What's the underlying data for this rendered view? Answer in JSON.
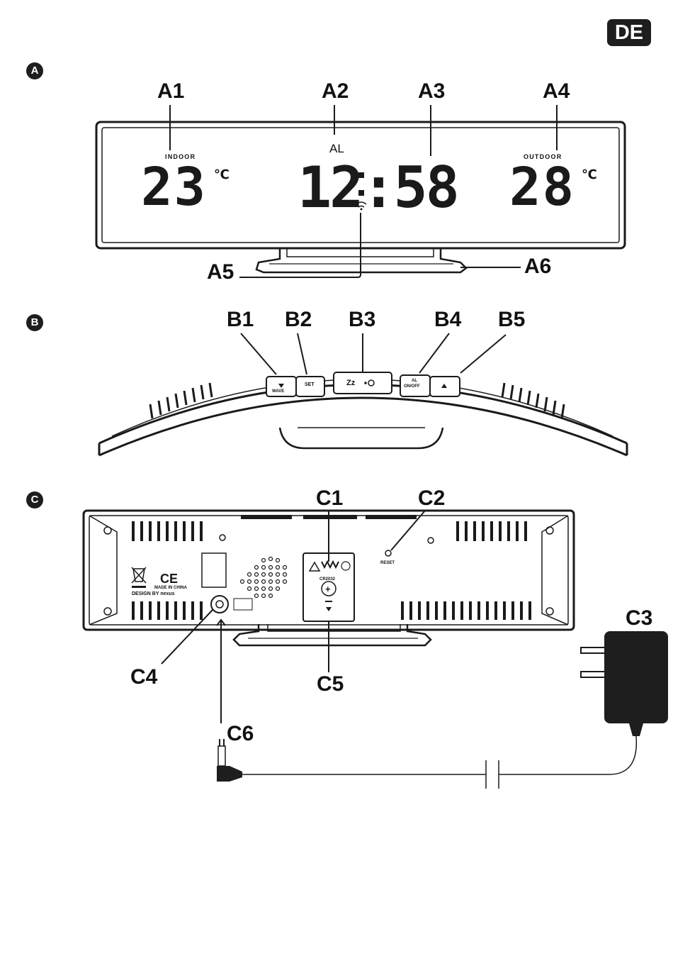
{
  "lang_badge": "DE",
  "sections": [
    {
      "id": "A",
      "label": "A"
    },
    {
      "id": "B",
      "label": "B"
    },
    {
      "id": "C",
      "label": "C"
    }
  ],
  "display": {
    "indoor_label": "INDOOR",
    "outdoor_label": "OUTDOOR",
    "indoor_temp": "23",
    "outdoor_temp": "28",
    "temp_unit": "℃",
    "time": "12:58",
    "alarm_indicator": "AL"
  },
  "callouts_a": [
    "A1",
    "A2",
    "A3",
    "A4",
    "A5",
    "A6"
  ],
  "callouts_b": [
    "B1",
    "B2",
    "B3",
    "B4",
    "B5"
  ],
  "callouts_c": [
    "C1",
    "C2",
    "C3",
    "C4",
    "C5",
    "C6"
  ],
  "buttons": {
    "wave": "WAVE",
    "set": "SET",
    "snooze": "Zz",
    "al_top": "AL",
    "al_bottom": "ON/OFF"
  },
  "back": {
    "reset_label": "RESET",
    "battery_label": "CR2032",
    "made_in": "MADE IN CHINA",
    "design_by": "DESIGN BY nexus"
  }
}
